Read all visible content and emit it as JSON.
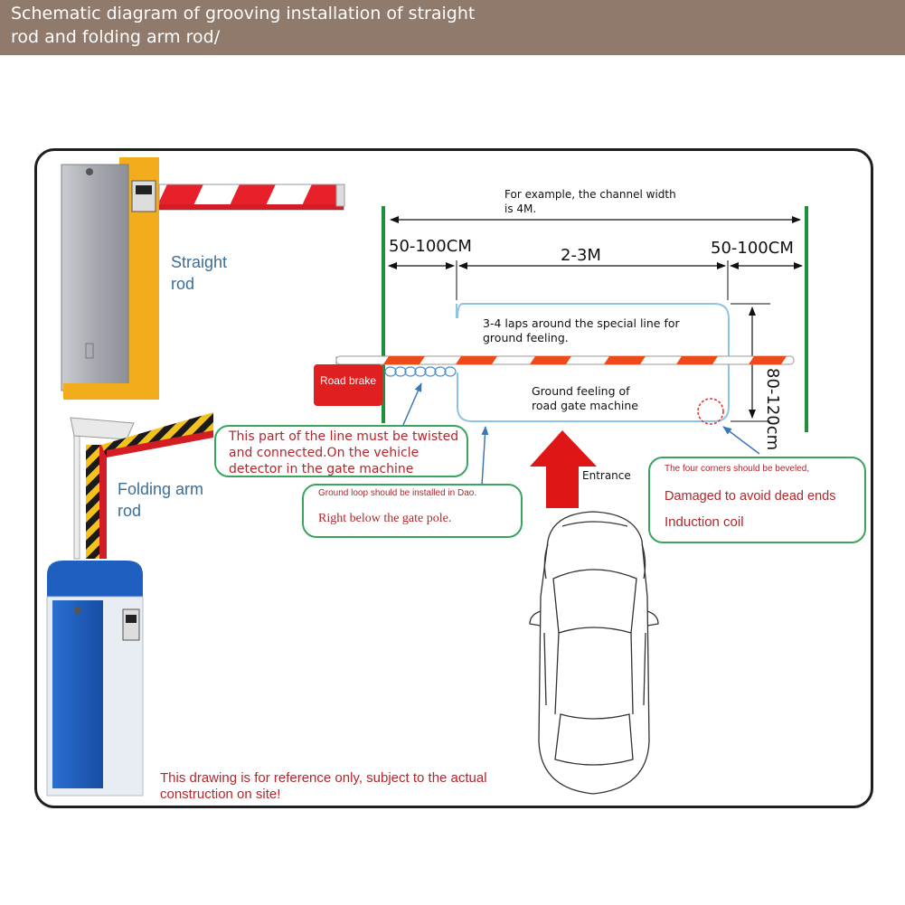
{
  "header": {
    "title": "Schematic diagram of grooving installation of straight rod and folding arm rod/",
    "background": "#8f7a6c"
  },
  "products": {
    "straight_label": "Straight rod",
    "folding_label": "Folding arm rod"
  },
  "channel": {
    "example_text": "For example, the channel width is 4M.",
    "left_gap": "50-100CM",
    "middle_gap": "2-3M",
    "right_gap": "50-100CM",
    "depth": "80-120cm"
  },
  "loop": {
    "laps_text": "3-4 laps around the special line for ground feeling.",
    "ground_feeling_text": "Ground feeling of road gate machine"
  },
  "road_brake_label": "Road brake",
  "entrance_label": "Entrance",
  "callouts": {
    "twist_text": "This part of the line must be twisted and connected.On the vehicle detector in the gate machine",
    "ground_loop_line1": "Ground loop should be installed in Dao.",
    "ground_loop_line2": "Right below the gate pole.",
    "corners_line1": "The four corners should be beveled,",
    "corners_line2": "Damaged to avoid dead ends",
    "corners_line3": "Induction coil"
  },
  "disclaimer": "This drawing is for reference only, subject to the actual construction on site!",
  "colors": {
    "accent_blue": "#3c6e97",
    "warning_red": "#b3262b",
    "callout_green": "#3aa35e",
    "barrier_yellow": "#f2ac1c",
    "barrier_blue": "#1f5fbf",
    "arrow_red": "#e01515"
  }
}
